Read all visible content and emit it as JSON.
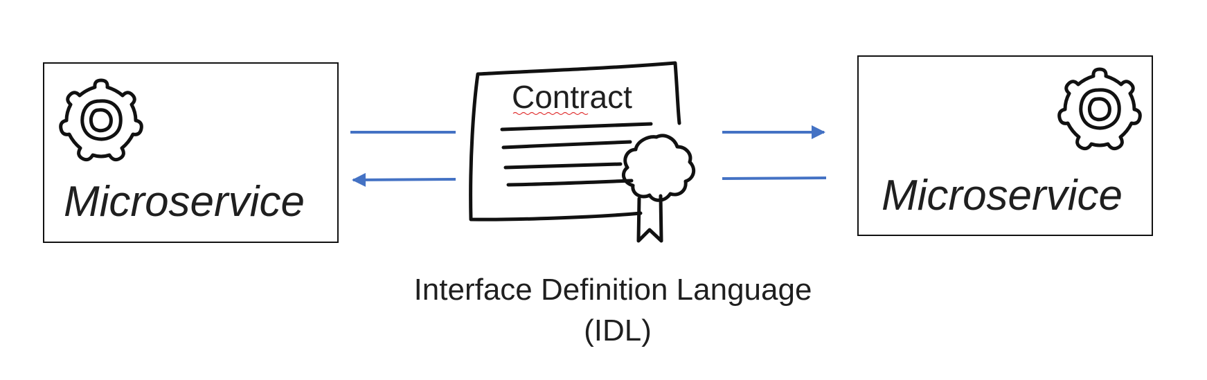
{
  "left_service": {
    "label": "Microservice",
    "icon": "gear-icon"
  },
  "right_service": {
    "label": "Microservice",
    "icon": "gear-icon"
  },
  "contract": {
    "title": "Contract",
    "icon": "certificate-seal-icon"
  },
  "caption": {
    "line1": "Interface Definition Language",
    "line2": "(IDL)"
  },
  "colors": {
    "arrow": "#4472c4",
    "ink": "#111111",
    "text": "#1f1f1f",
    "spellcheck": "#e03030"
  }
}
